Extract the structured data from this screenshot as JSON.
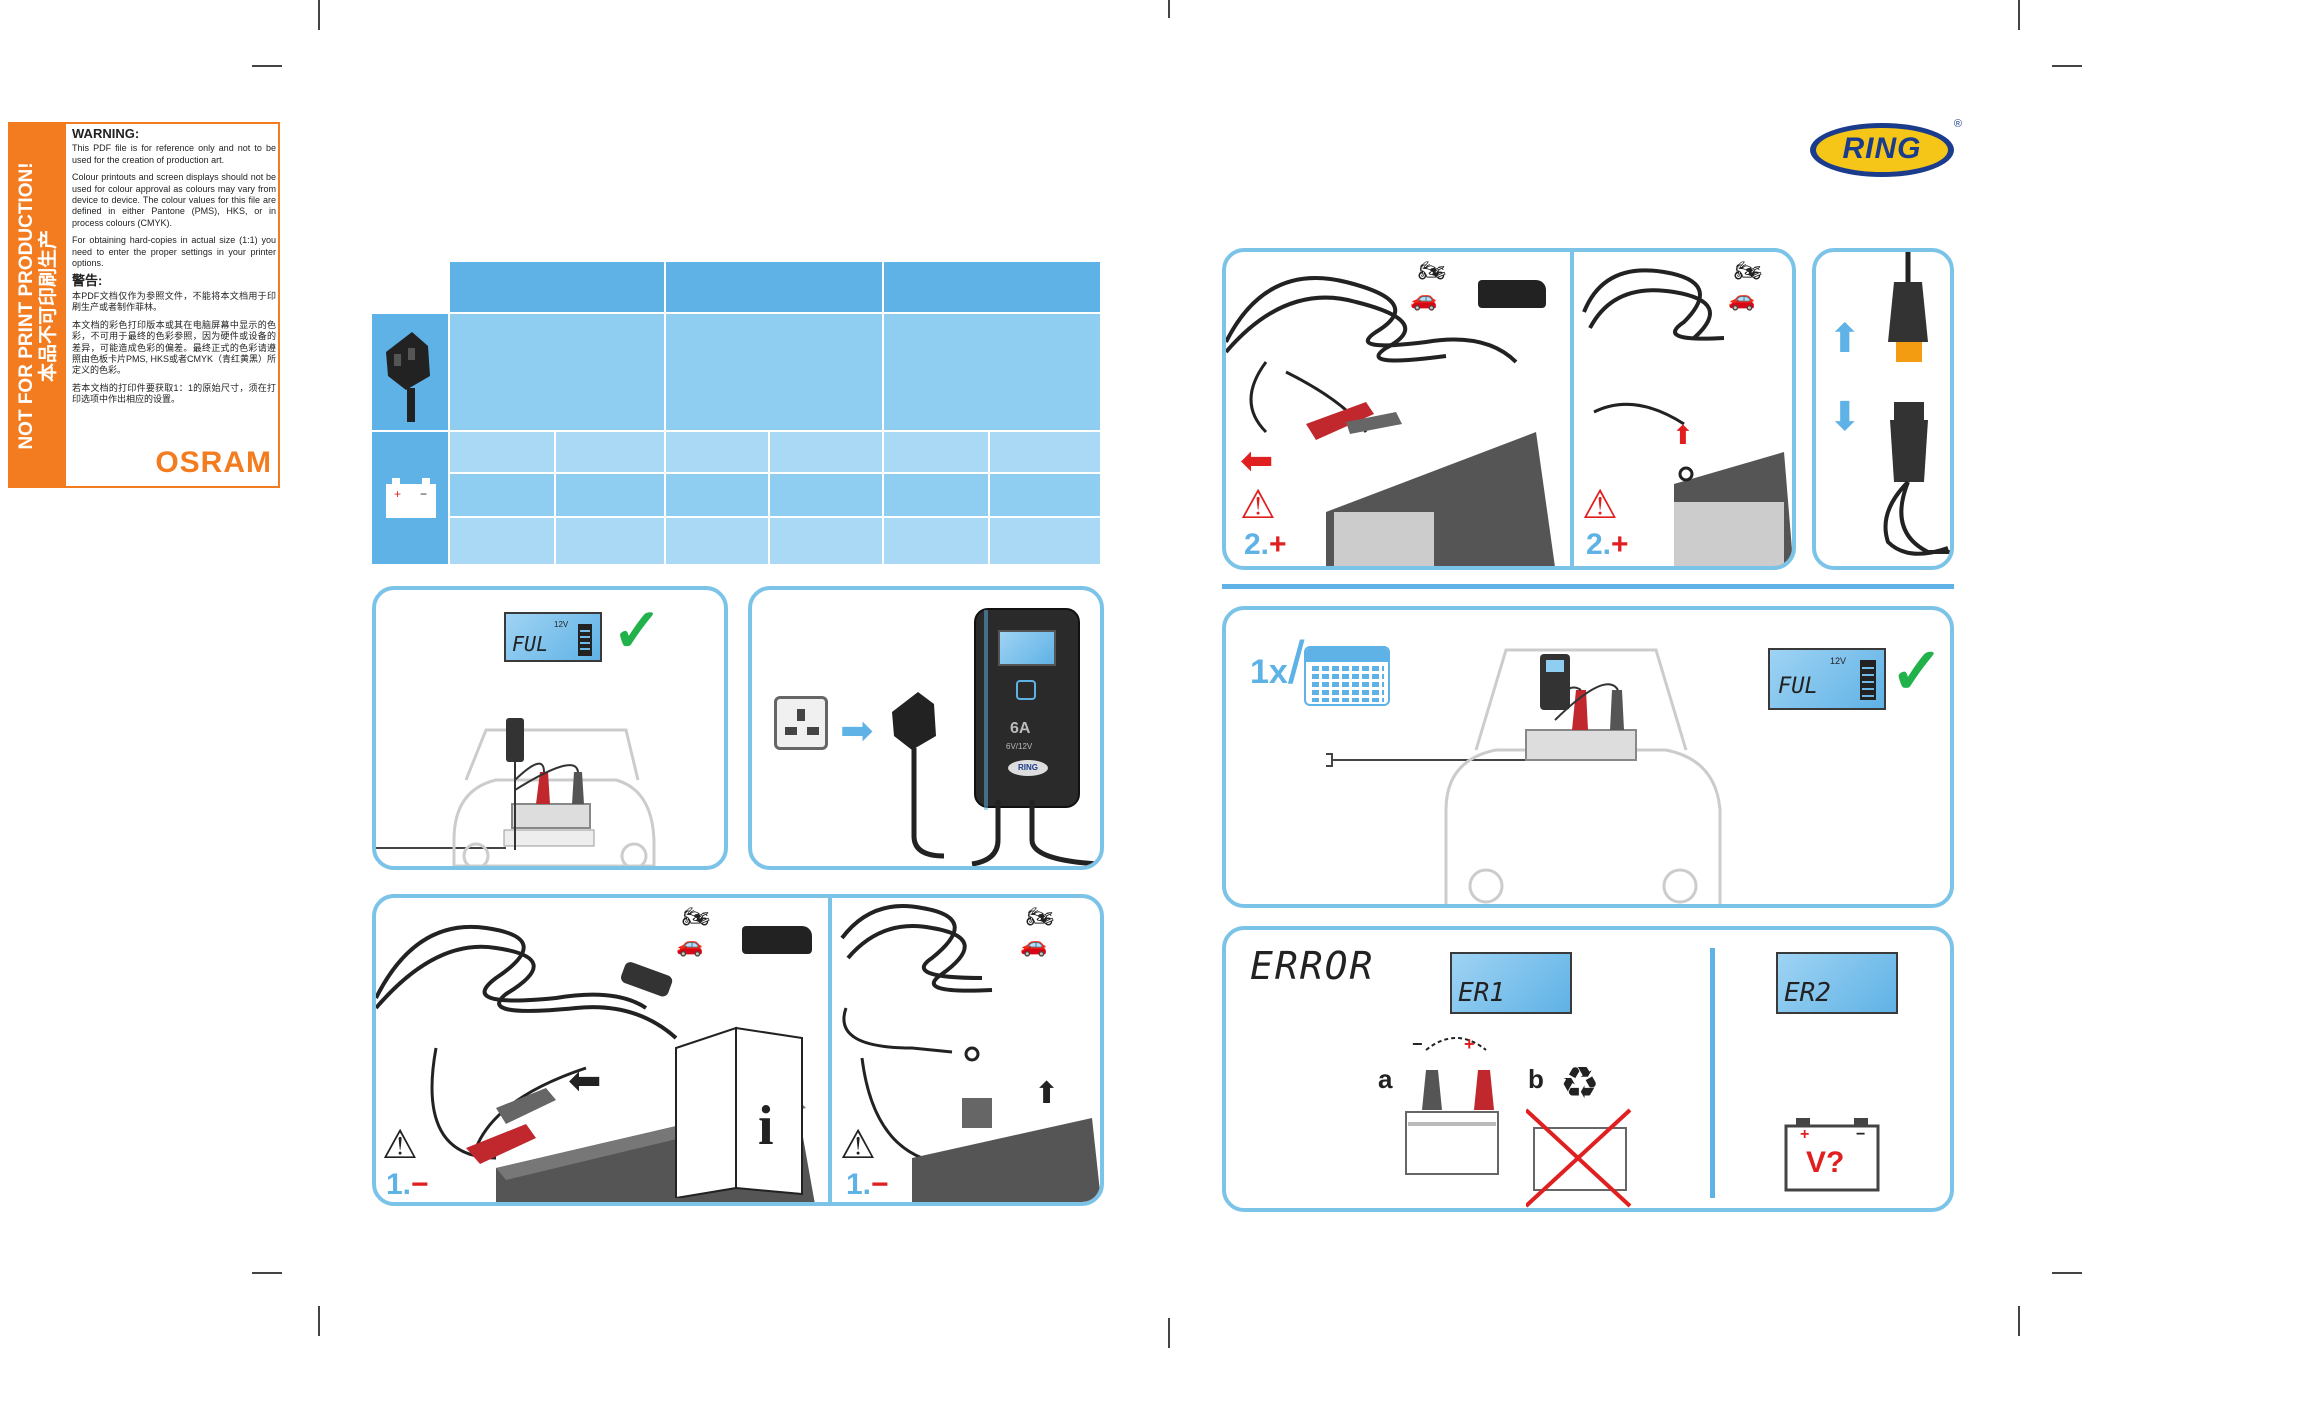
{
  "warning": {
    "side_title_en": "NOT FOR PRINT PRODUCTION!",
    "side_title_zh": "本品不可印刷生产",
    "heading_en": "WARNING:",
    "para1_en": "This PDF file is for reference only and not to be used for the creation of production art.",
    "para2_en": "Colour printouts and screen displays should not be used for colour approval as colours may vary from device to device. The colour values for this file are defined in either Pantone (PMS), HKS, or in process colours (CMYK).",
    "para3_en": "For obtaining hard-copies in actual size (1:1) you need to enter the proper settings in your printer options.",
    "heading_zh": "警告:",
    "para1_zh": "本PDF文档仅作为参照文件，不能将本文档用于印刷生产或者制作菲林。",
    "para2_zh": "本文档的彩色打印版本或其在电脑屏幕中显示的色彩，不可用于最终的色彩参照，因为硬件或设备的差异，可能造成色彩的偏差。最终正式的色彩请遵照由色板卡片PMS, HKS或者CMYK（青红黄黑）所定义的色彩。",
    "para3_zh": "若本文档的打印件要获取1：1的原始尺寸，须在打印选项中作出相应的设置。",
    "brand": "OSRAM"
  },
  "brand": {
    "logo": "RING",
    "registered": "®"
  },
  "charger": {
    "label": "6A",
    "model": "6V/12V",
    "brand": "RING"
  },
  "lcd": {
    "full": "FUL",
    "voltage": "12V",
    "er1": "ER1",
    "er2": "ER2"
  },
  "steps": {
    "step1": "1.",
    "step1_sign": "−",
    "step2": "2.",
    "step2_sign": "+"
  },
  "maintenance": {
    "interval": "1x",
    "slash": "/"
  },
  "error": {
    "title": "ERROR",
    "option_a": "a",
    "option_b": "b",
    "voltage_question": "V?",
    "plus": "+",
    "minus": "−"
  },
  "colors": {
    "accent": "#5fb2e6",
    "panel_border": "#7cc3e8",
    "warning_orange": "#f47c20",
    "check_green": "#22b24c",
    "alert_red": "#e02020"
  },
  "icons": [
    "plug-icon",
    "battery-icon",
    "check-icon",
    "warning-triangle-icon",
    "info-book-icon",
    "motorcycle-icon",
    "car-icon",
    "van-icon",
    "calendar-icon",
    "recycle-icon",
    "socket-icon",
    "arrow-right-icon",
    "arrow-up-icon",
    "arrow-down-icon"
  ]
}
